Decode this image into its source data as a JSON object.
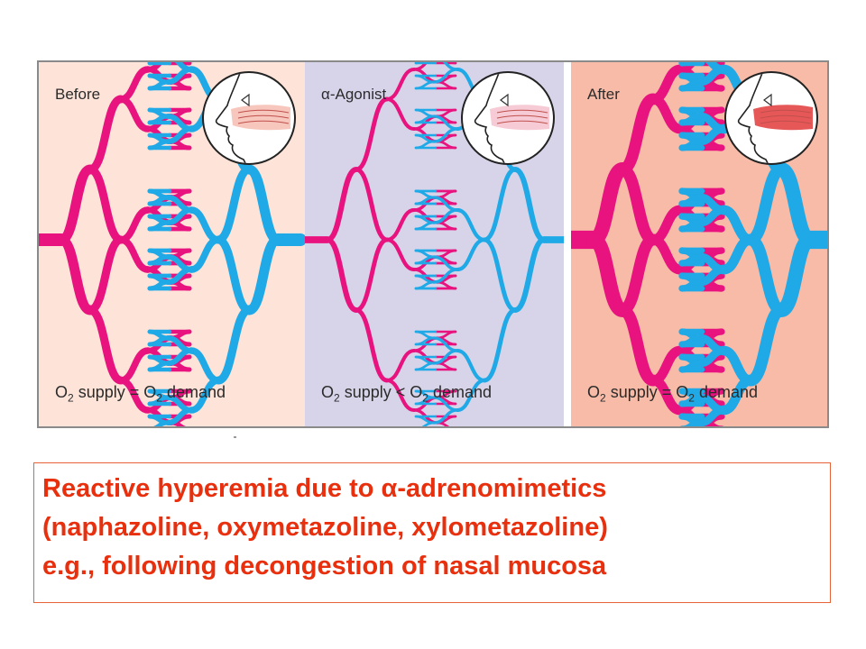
{
  "figure": {
    "colors": {
      "arterial": "#e8137f",
      "venous": "#1fa9e6",
      "panel_before": "#fde3d8",
      "panel_agonist": "#d7d4ea",
      "panel_after": "#f7bba7",
      "border": "#8a8a8a"
    },
    "panels": [
      {
        "label": "Before",
        "caption": {
          "left": "O",
          "sub1": "2",
          "mid": " supply = O",
          "sub2": "2",
          "right": " demand"
        },
        "vessel_state": "normal",
        "nasal_mucosa": "normal"
      },
      {
        "label": "α-Agonist",
        "caption": {
          "left": "O",
          "sub1": "2",
          "mid": " supply < O",
          "sub2": "2",
          "right": " demand"
        },
        "vessel_state": "constricted",
        "nasal_mucosa": "decongested"
      },
      {
        "label": "After",
        "caption": {
          "left": "O",
          "sub1": "2",
          "mid": " supply = O",
          "sub2": "2",
          "right": " demand"
        },
        "vessel_state": "dilated",
        "nasal_mucosa": "hyperemic"
      }
    ]
  },
  "caption": {
    "line1": "Reactive hyperemia due to α-adrenomimetics",
    "line2": "(naphazoline, oxymetazoline, xylometazoline)",
    "line3": "e.g., following decongestion of nasal mucosa",
    "color": "#e8300f"
  }
}
